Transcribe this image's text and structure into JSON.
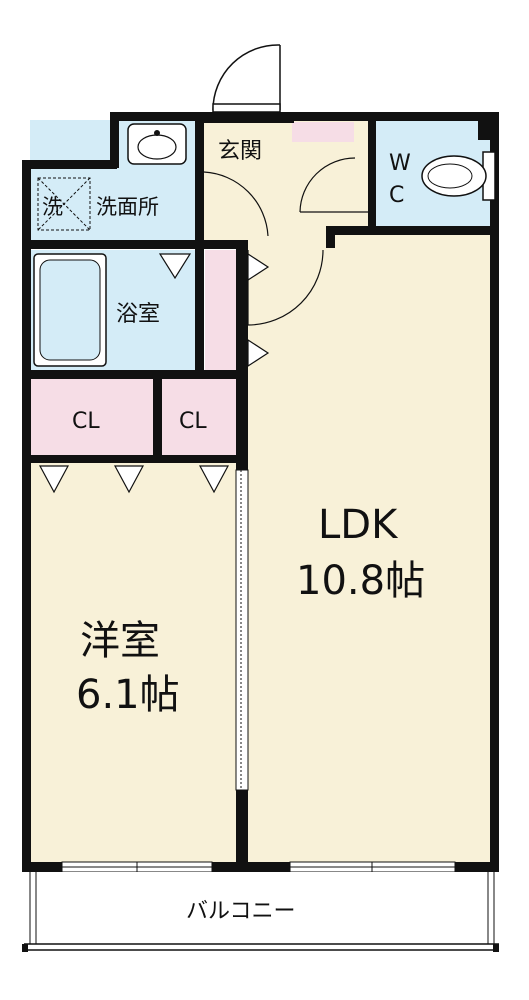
{
  "rooms": {
    "entrance": "玄関",
    "wc": "W\nC",
    "wc_line1": "W",
    "wc_line2": "C",
    "washroom": "洗面所",
    "washer_mark": "洗",
    "bathroom": "浴室",
    "closet_left": "CL",
    "closet_right": "CL",
    "western_room": "洋室",
    "western_room_size": "6.1帖",
    "ldk": "LDK",
    "ldk_size": "10.8帖",
    "balcony": "バルコニー"
  },
  "colors": {
    "wall": "#111111",
    "floor_room": "#f8f1d8",
    "floor_wet": "#d4ecf7",
    "closet": "#f6dde6",
    "balcony": "#ffffff"
  }
}
